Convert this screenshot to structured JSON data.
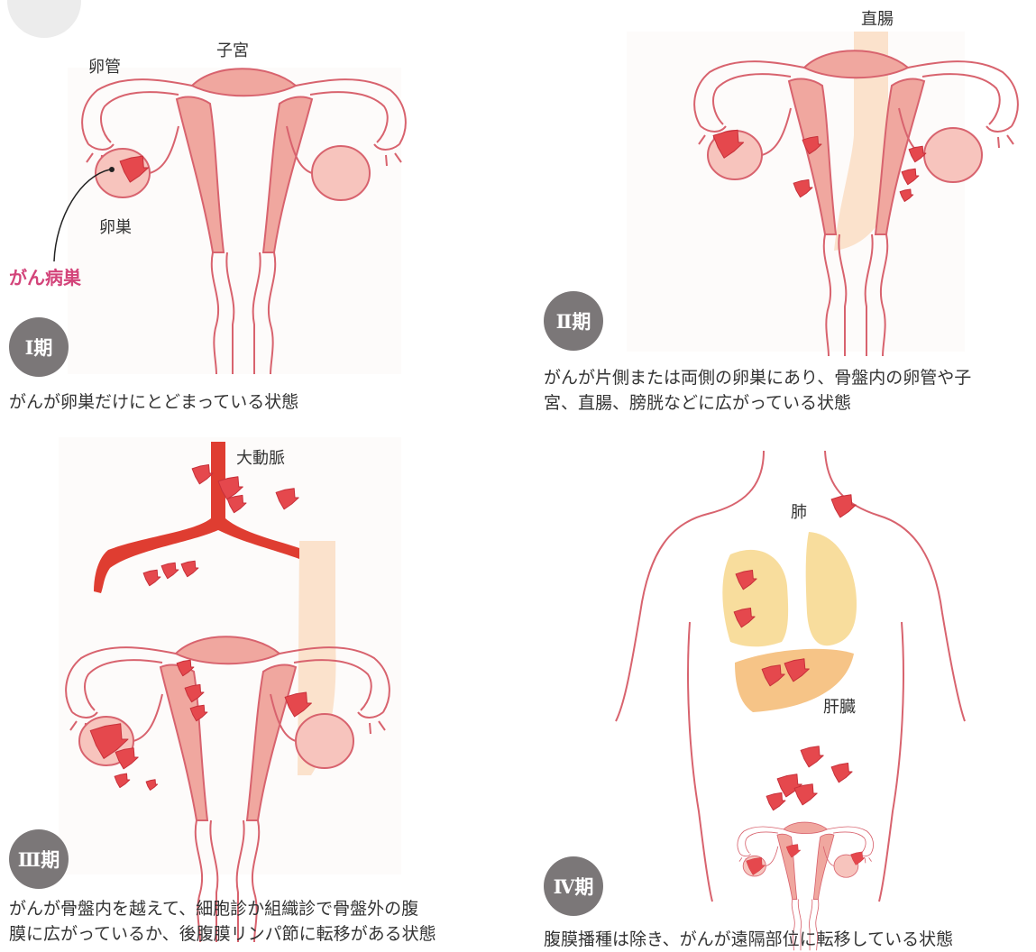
{
  "stage1": {
    "badge": "Ⅰ期",
    "labels": {
      "fallopian_tube": "卵管",
      "uterus": "子宮",
      "ovary": "卵巣",
      "lesion": "がん病巣"
    },
    "caption": "がんが卵巣だけにとどまっている状態"
  },
  "stage2": {
    "badge": "Ⅱ期",
    "labels": {
      "rectum": "直腸"
    },
    "caption_lines": [
      "がんが片側または両側の卵巣にあり、骨盤内の卵管や子",
      "宮、直腸、膀胱などに広がっている状態"
    ]
  },
  "stage3": {
    "badge": "Ⅲ期",
    "labels": {
      "aorta": "大動脈"
    },
    "caption_lines": [
      "がんが骨盤内を越えて、細胞診か組織診で骨盤外の腹",
      "膜に広がっているか、後腹膜リンパ節に転移がある状態"
    ]
  },
  "stage4": {
    "badge": "Ⅳ期",
    "labels": {
      "lung": "肺",
      "liver": "肝臓"
    },
    "caption": "腹膜播種は除き、がんが遠隔部位に転移している状態"
  },
  "colors": {
    "outline": "#d8636e",
    "organ_fill": "#f7c4bd",
    "organ_fill_dark": "#f0a79f",
    "tumor": "#e5484d",
    "rectum": "#fbe2cc",
    "lung": "#f8dd9d",
    "liver": "#f6c487",
    "aorta": "#df3d31",
    "badge": "#7b7778",
    "lesion_text": "#d3447a"
  }
}
